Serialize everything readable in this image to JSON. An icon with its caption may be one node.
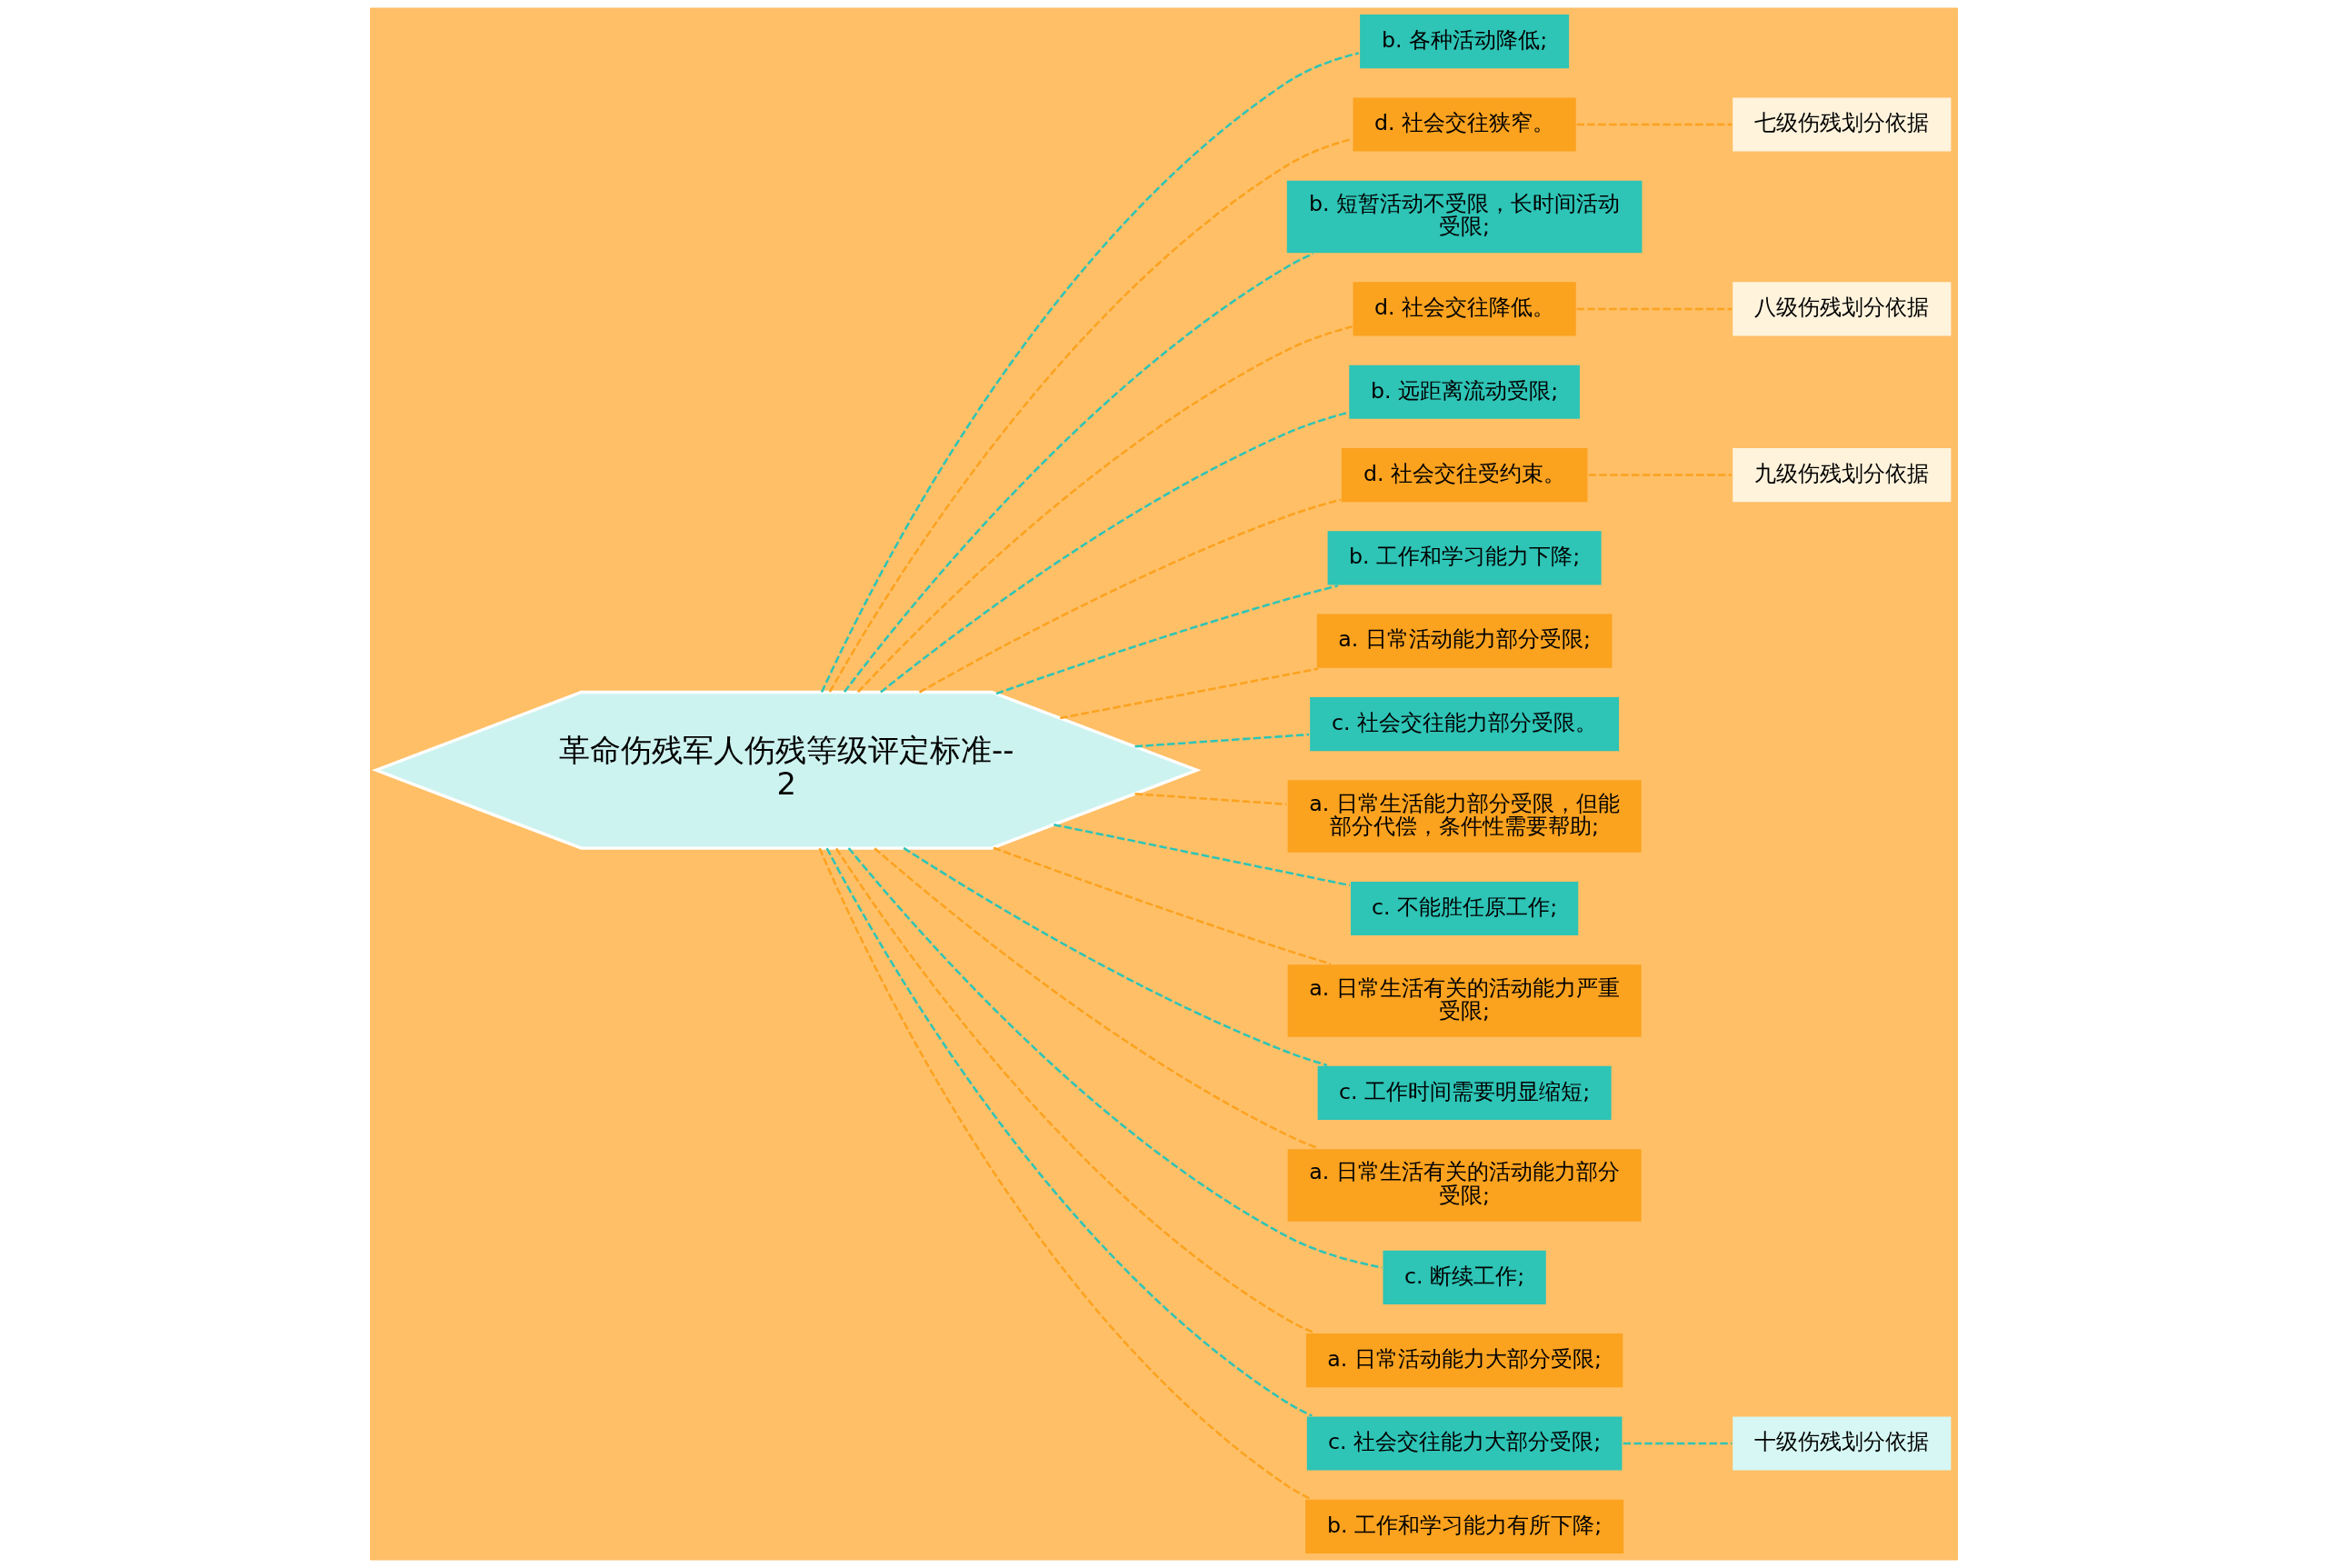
{
  "diagram": {
    "nodes": [
      {
        "text": [
          "革命伤残军人伤残等级评定标准--2"
        ]
      },
      {
        "text": [
          "b. 各种活动降低;"
        ]
      },
      {
        "text": [
          "d. 社会交往狭窄。"
        ]
      },
      {
        "text": [
          "七级伤残划分依据"
        ]
      },
      {
        "text": [
          "b. 短暂活动不受限，长时间活动受限;"
        ]
      },
      {
        "text": [
          "d. 社会交往降低。"
        ]
      },
      {
        "text": [
          "八级伤残划分依据"
        ]
      },
      {
        "text": [
          "b. 远距离流动受限;"
        ]
      },
      {
        "text": [
          "d. 社会交往受约束。"
        ]
      },
      {
        "text": [
          "九级伤残划分依据"
        ]
      },
      {
        "text": [
          "b. 工作和学习能力下降;"
        ]
      },
      {
        "text": [
          "a. 日常活动能力部分受限;"
        ]
      },
      {
        "text": [
          "c. 社会交往能力部分受限。"
        ]
      },
      {
        "text": [
          "a. 日常生活能力部分受限，但能部分代偿，条件性需要帮助;"
        ]
      },
      {
        "text": [
          "c. 不能胜任原工作;"
        ]
      },
      {
        "text": [
          "a. 日常生活有关的活动能力严重受限;"
        ]
      },
      {
        "text": [
          "c. 工作时间需要明显缩短;"
        ]
      },
      {
        "text": [
          "a. 日常生活有关的活动能力部分受限;"
        ]
      },
      {
        "text": [
          "c. 断续工作;"
        ]
      },
      {
        "text": [
          "a. 日常活动能力大部分受限;"
        ]
      },
      {
        "text": [
          "c. 社会交往能力大部分受限;"
        ]
      },
      {
        "text": [
          "十级伤残划分依据"
        ]
      },
      {
        "text": [
          "b. 工作和学习能力有所下降;"
        ]
      }
    ],
    "edges": [
      {
        "from": 0,
        "to": 1,
        "arrow": "none",
        "style": "dashed",
        "color": "#2ec4b6"
      },
      {
        "from": 0,
        "to": 2,
        "arrow": "none",
        "style": "dashed"
      },
      {
        "from": 2,
        "to": 3,
        "arrow": "none",
        "style": "dashed"
      },
      {
        "from": 0,
        "to": 4,
        "arrow": "none",
        "style": "dashed",
        "color": "#2ec4b6"
      },
      {
        "from": 0,
        "to": 5,
        "arrow": "none",
        "style": "dashed"
      },
      {
        "from": 5,
        "to": 6,
        "arrow": "none",
        "style": "dashed"
      },
      {
        "from": 0,
        "to": 7,
        "arrow": "none",
        "style": "dashed",
        "color": "#2ec4b6"
      },
      {
        "from": 0,
        "to": 8,
        "arrow": "none",
        "style": "dashed"
      },
      {
        "from": 8,
        "to": 9,
        "arrow": "none",
        "style": "dashed"
      },
      {
        "from": 0,
        "to": 10,
        "arrow": "none",
        "style": "dashed",
        "color": "#2ec4b6"
      },
      {
        "from": 0,
        "to": 11,
        "arrow": "none",
        "style": "dashed"
      },
      {
        "from": 0,
        "to": 12,
        "arrow": "none",
        "style": "dashed",
        "color": "#2ec4b6"
      },
      {
        "from": 0,
        "to": 13,
        "arrow": "none",
        "style": "dashed"
      },
      {
        "from": 0,
        "to": 14,
        "arrow": "none",
        "style": "dashed",
        "color": "#2ec4b6"
      },
      {
        "from": 0,
        "to": 15,
        "arrow": "none",
        "style": "dashed"
      },
      {
        "from": 0,
        "to": 16,
        "arrow": "none",
        "style": "dashed",
        "color": "#2ec4b6"
      },
      {
        "from": 0,
        "to": 17,
        "arrow": "none",
        "style": "dashed"
      },
      {
        "from": 0,
        "to": 18,
        "arrow": "none",
        "style": "dashed",
        "color": "#2ec4b6"
      },
      {
        "from": 0,
        "to": 19,
        "arrow": "none",
        "style": "dashed"
      },
      {
        "from": 0,
        "to": 20,
        "arrow": "none",
        "style": "dashed",
        "color": "#2ec4b6"
      },
      {
        "from": 20,
        "to": 21,
        "arrow": "none",
        "style": "dashed",
        "color": "#2ec4b6"
      },
      {
        "from": 0,
        "to": 22,
        "arrow": "none",
        "style": "dashed"
      }
    ]
  }
}
